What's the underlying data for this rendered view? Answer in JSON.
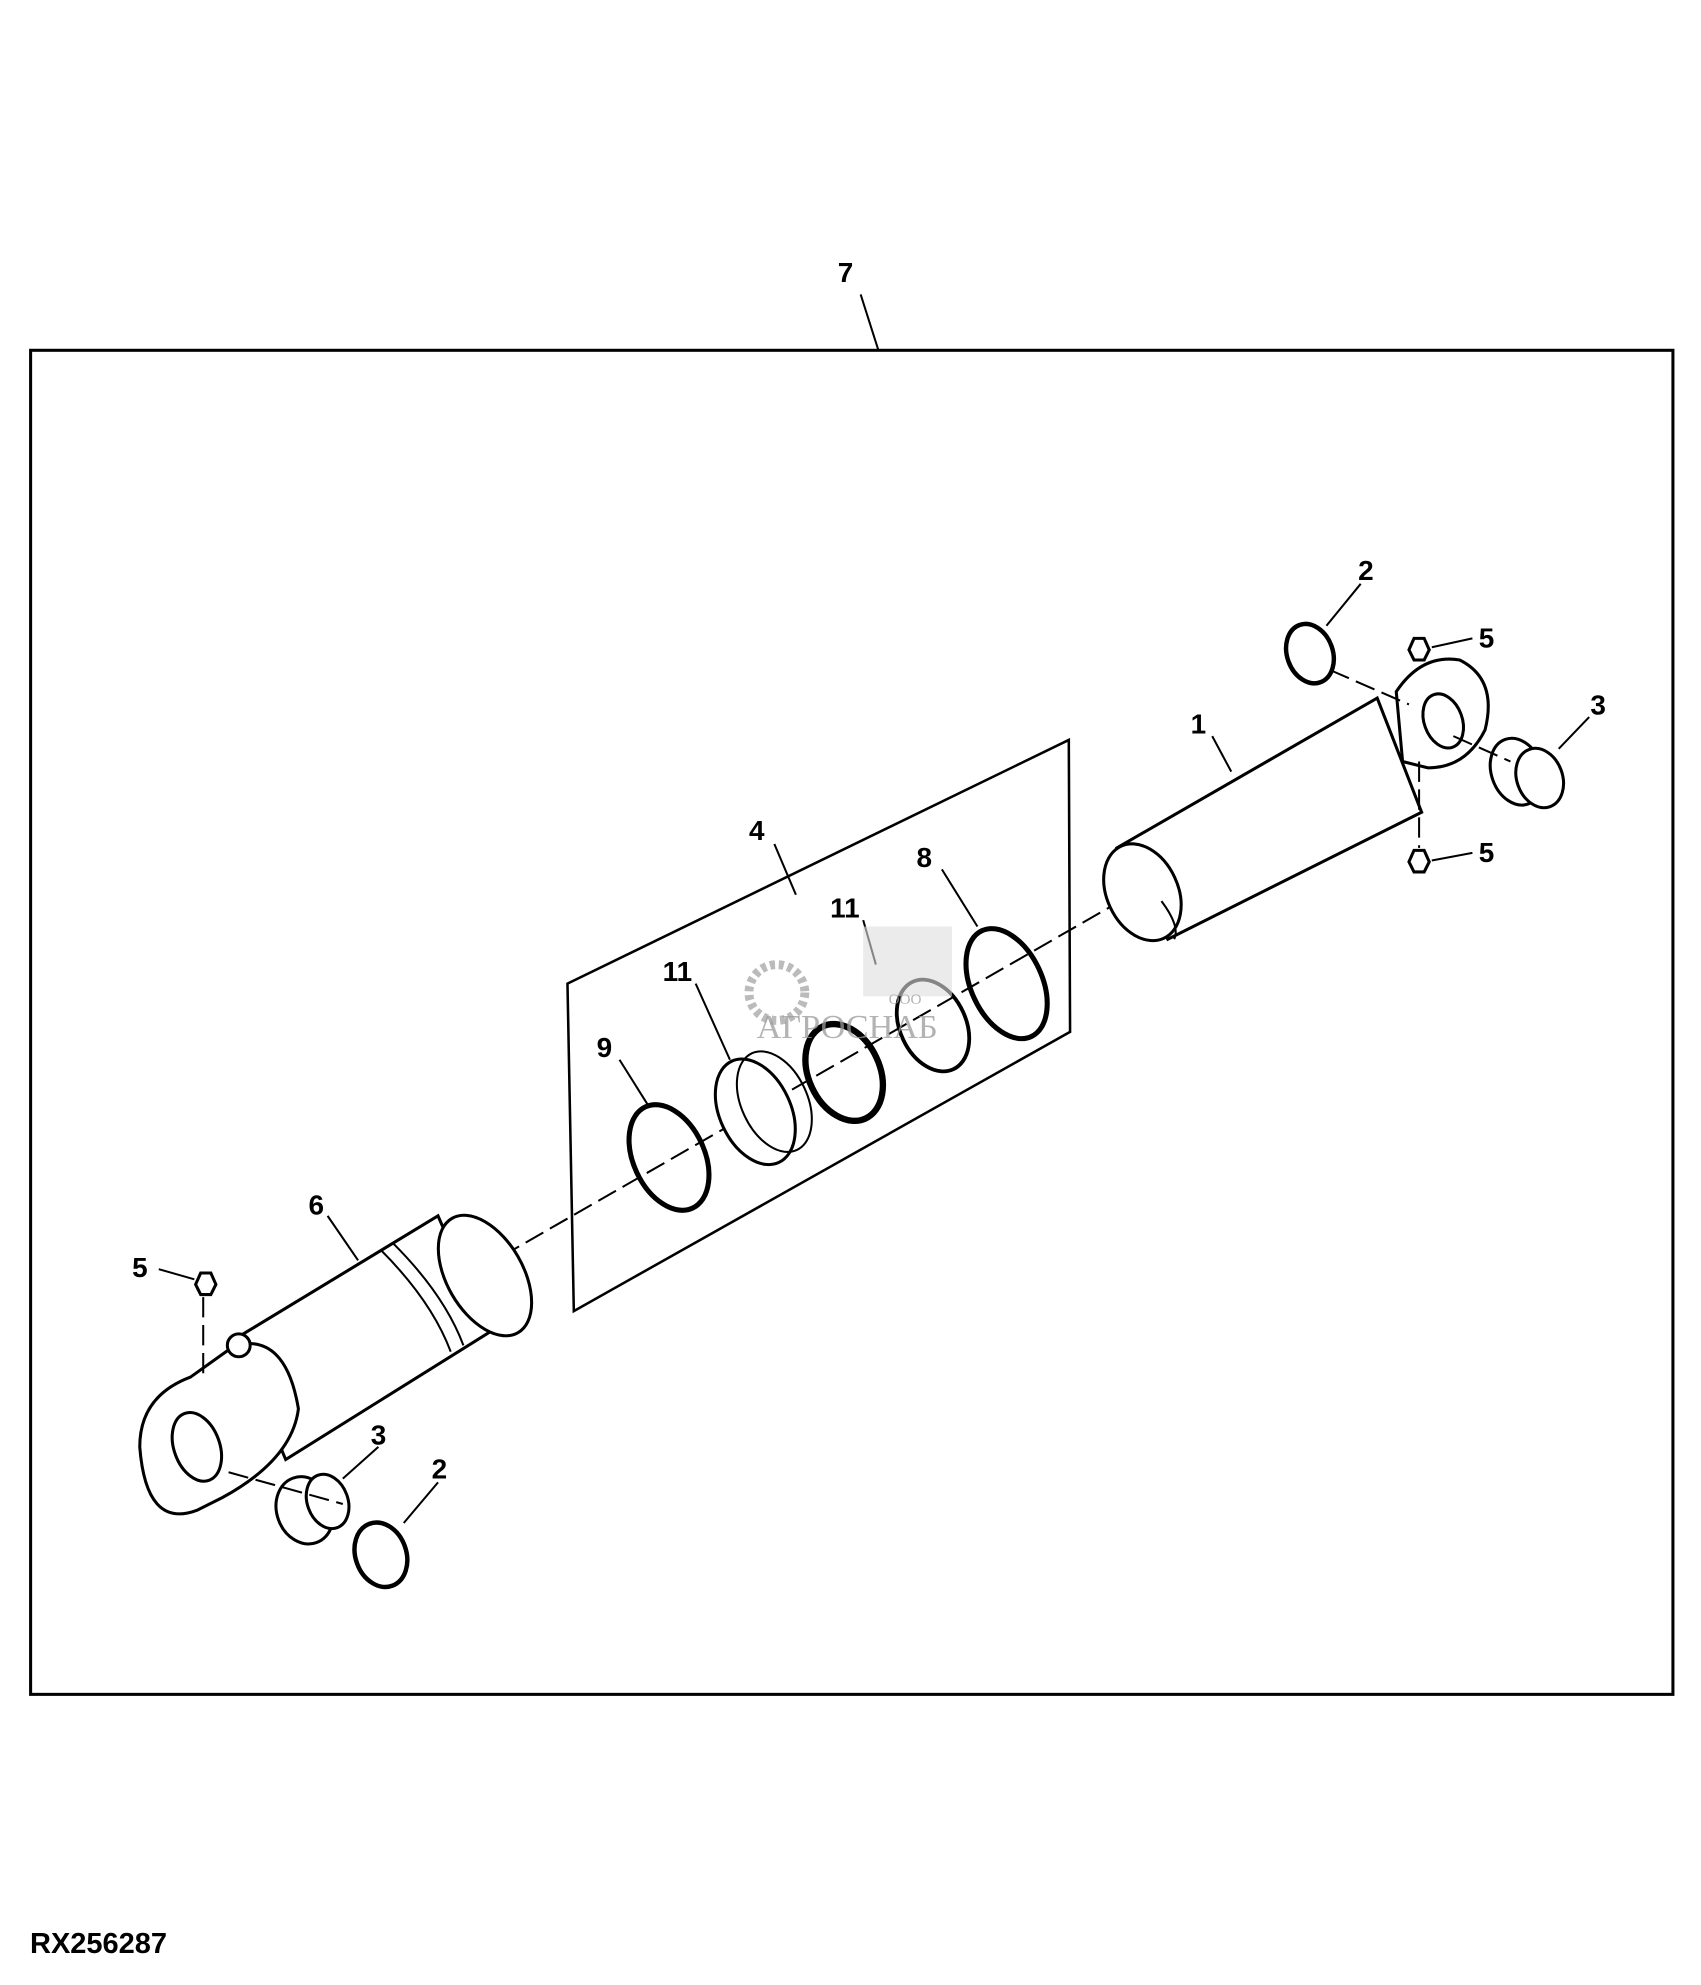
{
  "figure_id": "RX256287",
  "callouts": {
    "c1": "1",
    "c2a": "2",
    "c2b": "2",
    "c3a": "3",
    "c3b": "3",
    "c4": "4",
    "c5a": "5",
    "c5b": "5",
    "c5c": "5",
    "c6": "6",
    "c7": "7",
    "c8": "8",
    "c9": "9",
    "c11a": "11",
    "c11b": "11"
  },
  "watermark": {
    "prefix": "ООО",
    "name": "АГРОСНАБ"
  }
}
